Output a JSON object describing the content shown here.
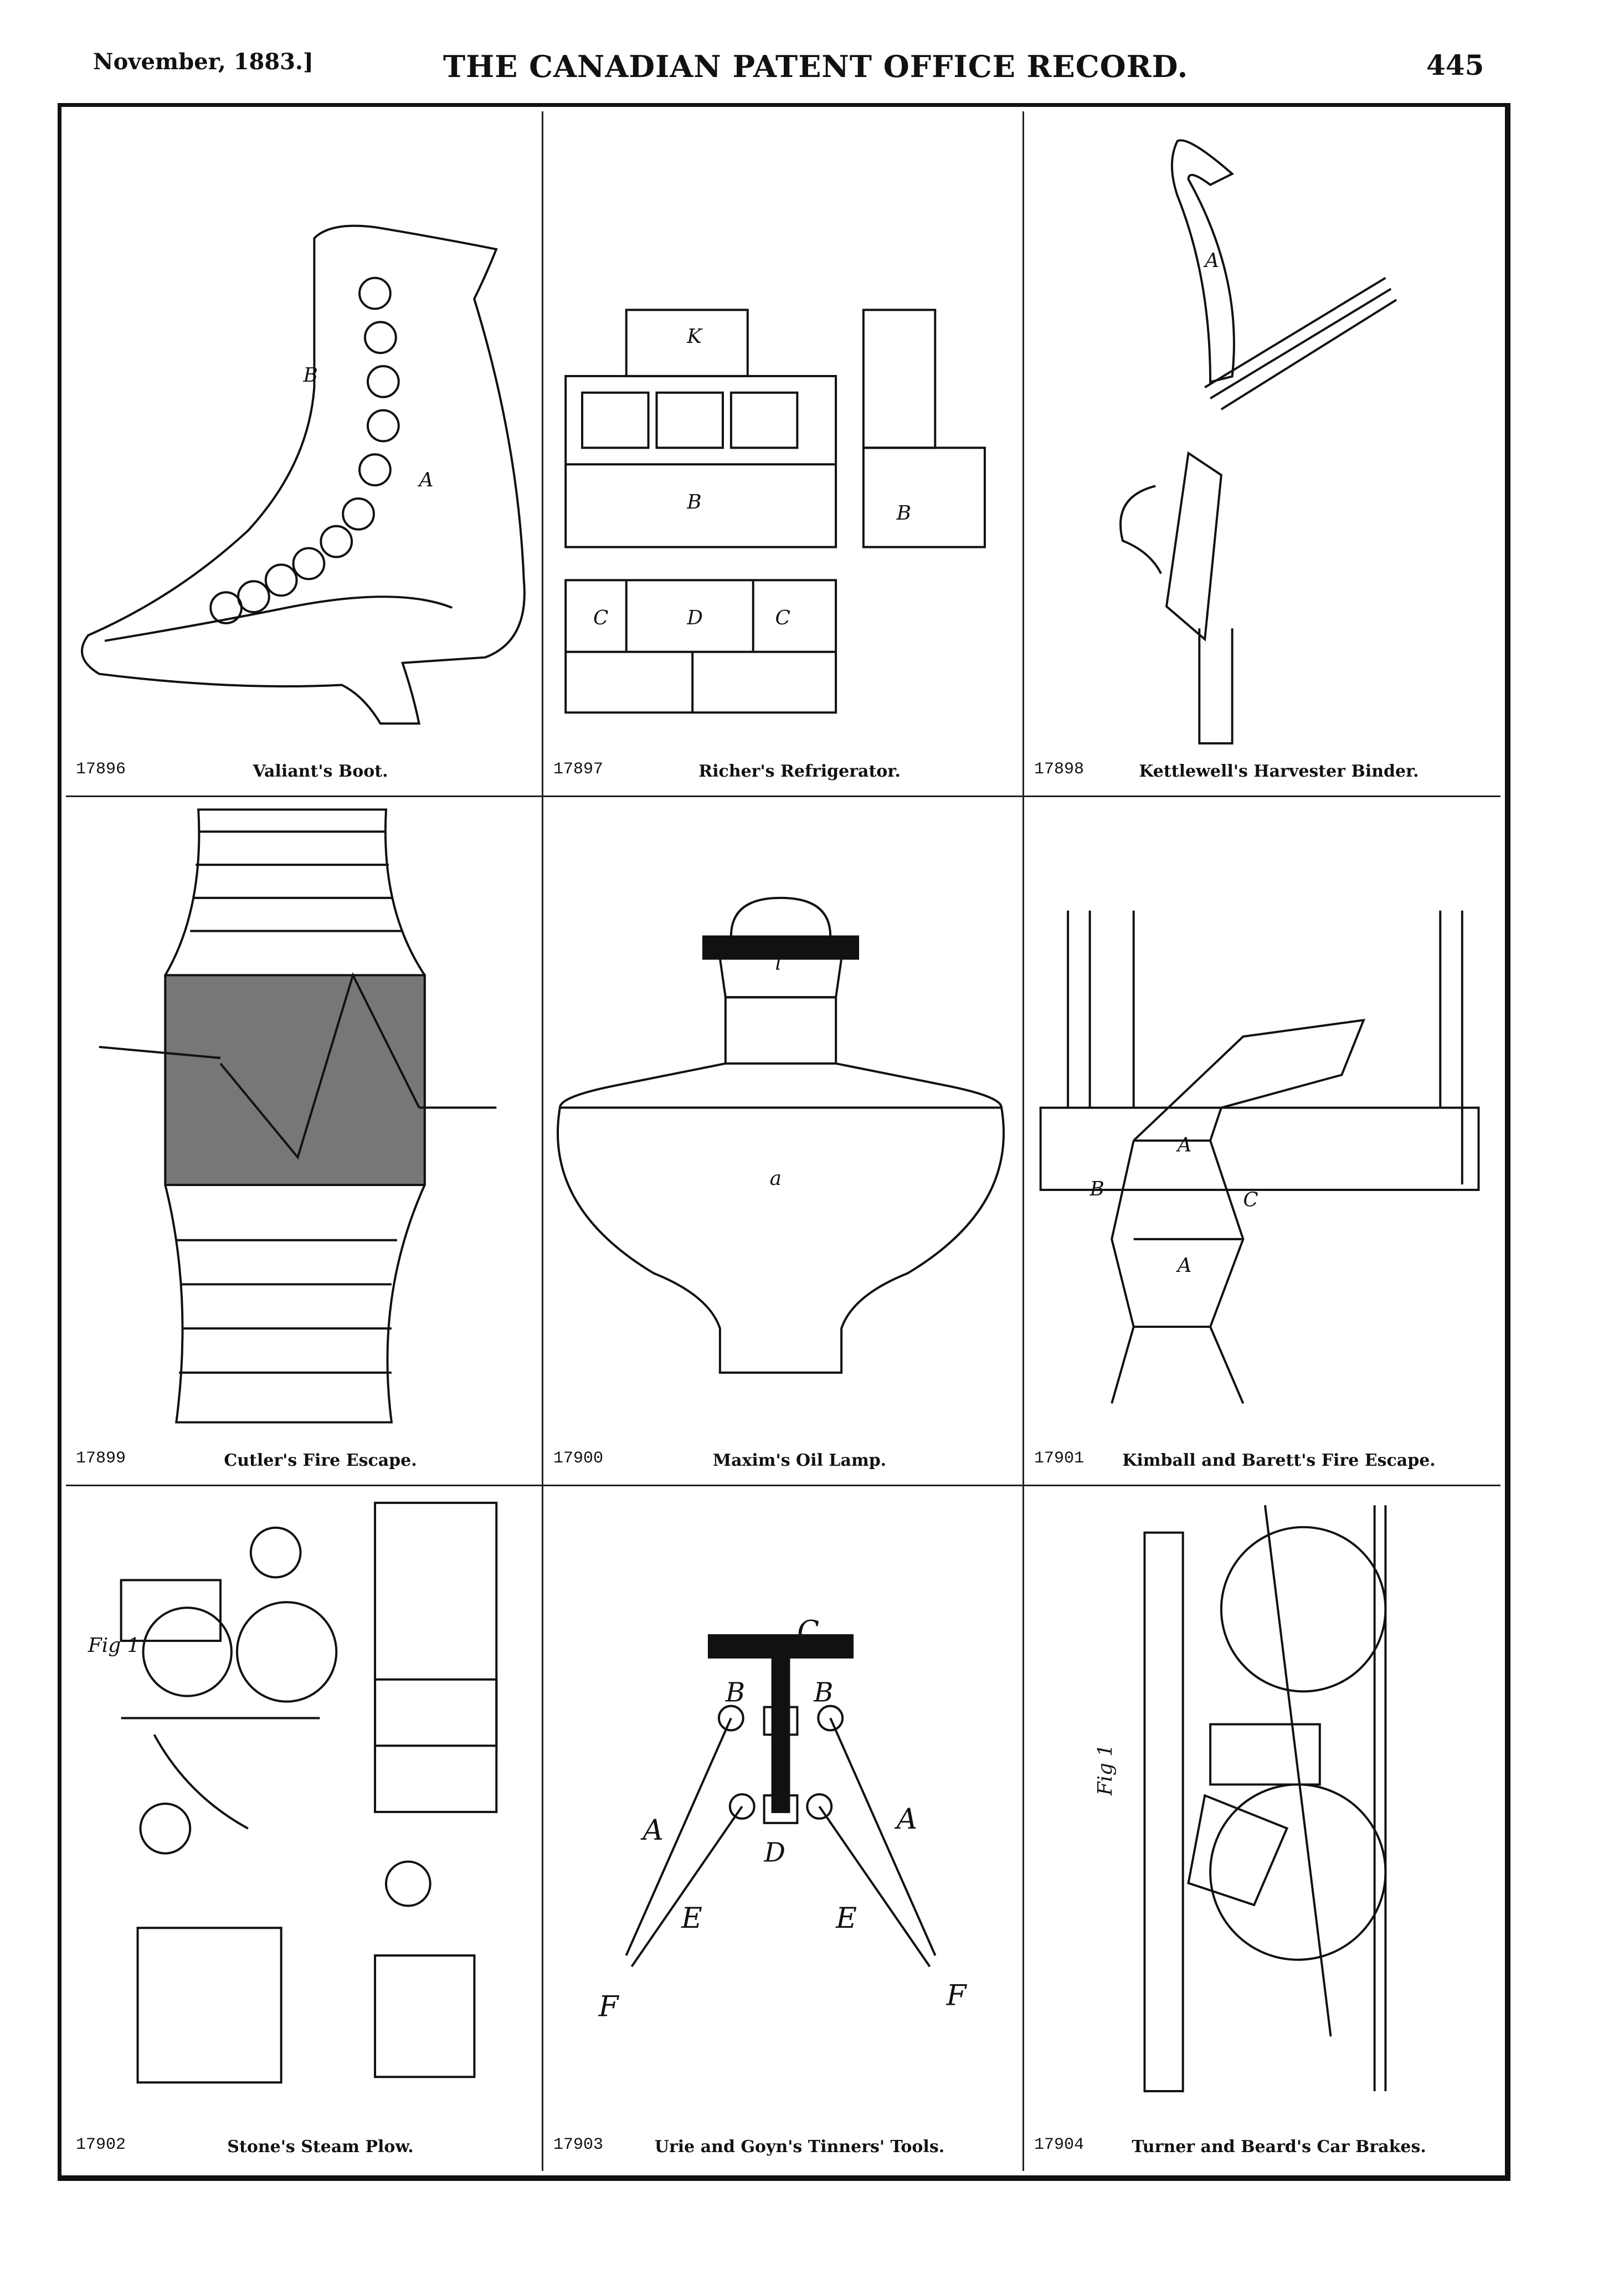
{
  "header": {
    "date": "November, 1883.]",
    "title": "THE CANADIAN PATENT OFFICE RECORD.",
    "page_number": "445"
  },
  "patents": [
    {
      "number": "17896",
      "caption": "Valiant's Boot."
    },
    {
      "number": "17897",
      "caption": "Richer's Refrigerator."
    },
    {
      "number": "17898",
      "caption": "Kettlewell's Harvester Binder."
    },
    {
      "number": "17899",
      "caption": "Cutler's Fire Escape."
    },
    {
      "number": "17900",
      "caption": "Maxim's Oil Lamp."
    },
    {
      "number": "17901",
      "caption": "Kimball and Barett's Fire Escape."
    },
    {
      "number": "17902",
      "caption": "Stone's Steam Plow."
    },
    {
      "number": "17903",
      "caption": "Urie and Goyn's Tinners' Tools."
    },
    {
      "number": "17904",
      "caption": "Turner and Beard's Car Brakes."
    }
  ]
}
